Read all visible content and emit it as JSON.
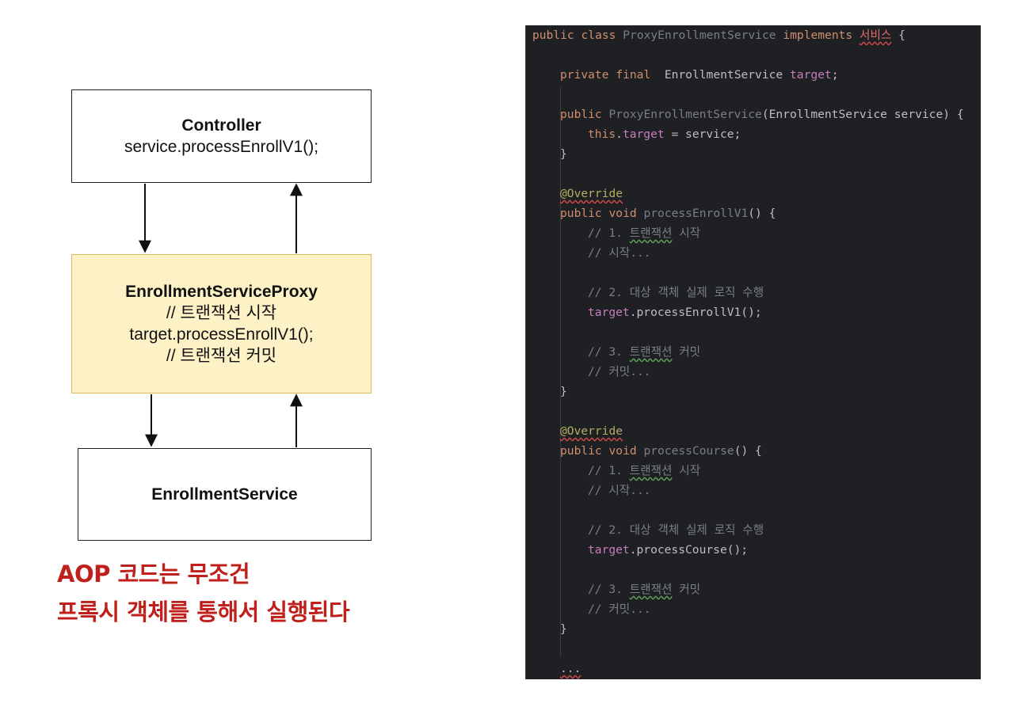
{
  "diagram": {
    "controller": {
      "title": "Controller",
      "call": "service.processEnrollV1();"
    },
    "proxy": {
      "title": "EnrollmentServiceProxy",
      "line1": "// 트랜잭션 시작",
      "line2": "target.processEnrollV1();",
      "line3": "// 트랜잭션 커밋"
    },
    "service": {
      "title": "EnrollmentService"
    },
    "caption": {
      "line1": "AOP 코드는 무조건",
      "line2": "프록시 객체를 통해서 실행된다"
    },
    "colors": {
      "proxy_fill": "#fdf1c6",
      "proxy_border": "#d9b95a",
      "caption": "#c0201c"
    }
  },
  "code": {
    "class_decl": {
      "k1": "public",
      "k2": "class",
      "name": "ProxyEnrollmentService",
      "k3": "implements",
      "iface": "서비스",
      "brace": " {"
    },
    "field": {
      "k1": "private",
      "k2": "final",
      "type": "EnrollmentService",
      "name": "target",
      "end": ";"
    },
    "ctor": {
      "k1": "public",
      "name": "ProxyEnrollmentService",
      "params": "(EnrollmentService service) {"
    },
    "ctor_body": {
      "this": "this",
      "dot": ".",
      "field": "target",
      "rest": " = service;"
    },
    "close": "}",
    "override": "@Override",
    "m1_sig": {
      "k1": "public",
      "k2": "void",
      "name": "processEnrollV1",
      "rest": "() {"
    },
    "c1": {
      "prefix": "// 1. ",
      "word": "트랜잭션",
      "rest": " 시작"
    },
    "c2": "// 시작...",
    "c3": "// 2. 대상 객체 실제 로직 수행",
    "m1_call": {
      "target": "target",
      "rest": ".processEnrollV1();"
    },
    "c4": {
      "prefix": "// 3. ",
      "word": "트랜잭션",
      "rest": " 커밋"
    },
    "c5": "// 커밋...",
    "m2_sig": {
      "k1": "public",
      "k2": "void",
      "name": "processCourse",
      "rest": "() {"
    },
    "m2_call": {
      "target": "target",
      "rest": ".processCourse();"
    },
    "ellipsis": "..."
  }
}
